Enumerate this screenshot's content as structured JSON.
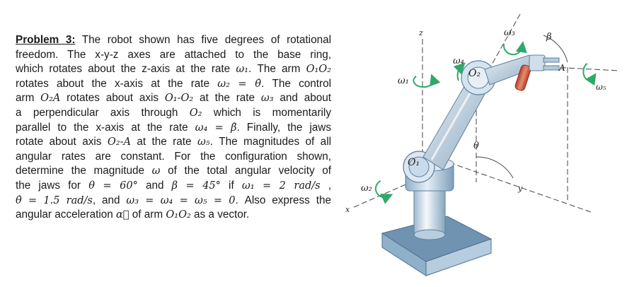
{
  "problem": {
    "title": "Problem 3:",
    "l1": " The robot shown has five degrees of rotational",
    "l2": "freedom. The x-y-z axes are attached to the base ring,",
    "l3a": "which rotates about the z-axis at the rate ",
    "l3b": "ω₁",
    "l3c": ". The arm ",
    "l3d": "O₁O₂",
    "l4a": "rotates about the x-axis at the rate ",
    "l4b": "ω₂ = θ̇",
    "l4c": ". The control",
    "l5a": "arm ",
    "l5b": "O₂A",
    "l5c": " rotates about axis ",
    "l5d": "O₁-O₂",
    "l5e": " at the rate ",
    "l5f": "ω₃",
    "l5g": " and about",
    "l6a": "a perpendicular axis through ",
    "l6b": "O₂",
    "l6c": " which is momentarily",
    "l7a": "parallel to the x-axis at the rate ",
    "l7b": "ω₄ = β̇",
    "l7c": ". Finally, the jaws",
    "l8a": "rotate about axis ",
    "l8b": "O₂-A",
    "l8c": " at the rate ",
    "l8d": "ω₅",
    "l8e": ". The magnitudes of all",
    "l9": "angular rates are constant. For the configuration shown,",
    "l10a": "determine the magnitude ",
    "l10b": "ω",
    "l10c": " of the total angular velocity of",
    "l11a": "the  jaws  for ",
    "l11b": "θ = 60°",
    "l11c": "  and ",
    "l11d": "β = 45°",
    "l11e": "  if ",
    "l11f": "ω₁ = 2 rad/s",
    "l11g": " ,",
    "l12a": "θ̇ = 1.5 rad/s",
    "l12b": ", and ",
    "l12c": "ω₃ = ω₄ = ω₅ = 0",
    "l12d": ". Also express the",
    "l13a": "angular acceleration ",
    "l13b": "α⃗",
    "l13c": " of arm ",
    "l13d": "O₁O₂",
    "l13e": " as a vector."
  },
  "figure": {
    "z": "z",
    "y": "y",
    "x": "x",
    "omega1": "ω₁",
    "omega2": "ω₂",
    "omega3": "ω₃",
    "omega4": "ω₄",
    "omega5": "ω₅",
    "o1": "O₁",
    "o2": "O₂",
    "theta": "θ",
    "beta": "β",
    "a": "A"
  },
  "colors": {
    "arrow_green": "#2fa86a",
    "metal_blue": "#c7dbea",
    "metal_dark": "#7fa3c0",
    "gripper_red": "#d2553d"
  }
}
